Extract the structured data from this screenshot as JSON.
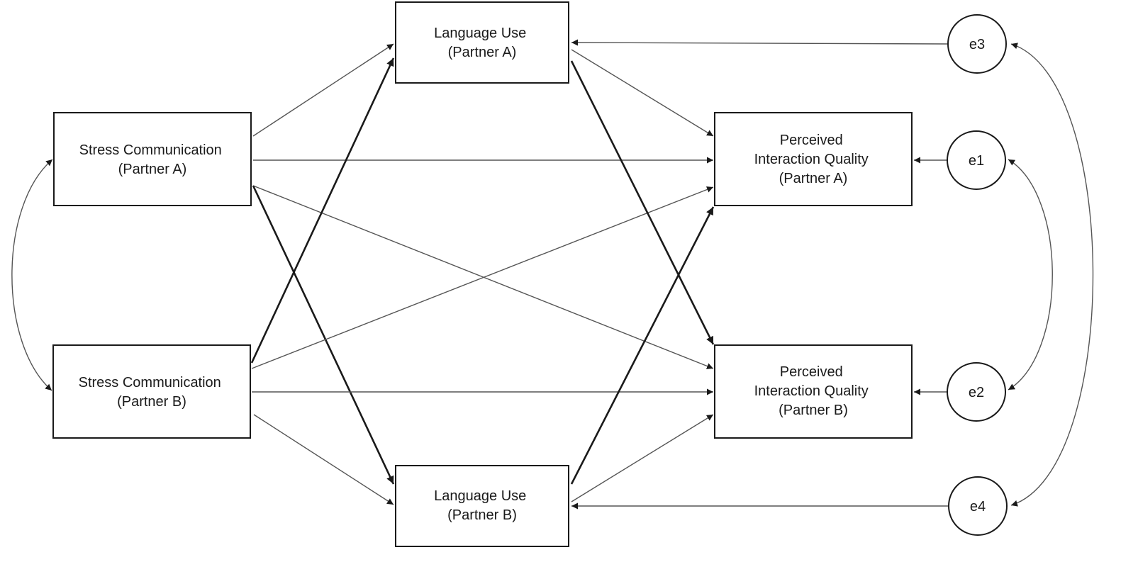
{
  "nodes": {
    "stress_a": {
      "lines": [
        "Stress Communication",
        "(Partner A)"
      ]
    },
    "stress_b": {
      "lines": [
        "Stress Communication",
        "(Partner B)"
      ]
    },
    "language_a": {
      "lines": [
        "Language Use",
        "(Partner A)"
      ]
    },
    "language_b": {
      "lines": [
        "Language Use",
        "(Partner B)"
      ]
    },
    "quality_a": {
      "lines": [
        "Perceived",
        "Interaction Quality",
        "(Partner A)"
      ]
    },
    "quality_b": {
      "lines": [
        "Perceived",
        "Interaction Quality",
        "(Partner B)"
      ]
    }
  },
  "errors": {
    "e1": {
      "label": "e1"
    },
    "e2": {
      "label": "e2"
    },
    "e3": {
      "label": "e3"
    },
    "e4": {
      "label": "e4"
    }
  },
  "paths": [
    {
      "from": "stress_a",
      "to": "language_a",
      "emphasis": "normal"
    },
    {
      "from": "stress_a",
      "to": "quality_a",
      "emphasis": "normal"
    },
    {
      "from": "stress_a",
      "to": "quality_b",
      "emphasis": "normal"
    },
    {
      "from": "stress_a",
      "to": "language_b",
      "emphasis": "bold"
    },
    {
      "from": "stress_b",
      "to": "language_a",
      "emphasis": "bold"
    },
    {
      "from": "stress_b",
      "to": "quality_a",
      "emphasis": "normal"
    },
    {
      "from": "stress_b",
      "to": "quality_b",
      "emphasis": "normal"
    },
    {
      "from": "stress_b",
      "to": "language_b",
      "emphasis": "normal"
    },
    {
      "from": "language_a",
      "to": "quality_a",
      "emphasis": "normal"
    },
    {
      "from": "language_a",
      "to": "quality_b",
      "emphasis": "bold"
    },
    {
      "from": "language_b",
      "to": "quality_a",
      "emphasis": "bold"
    },
    {
      "from": "language_b",
      "to": "quality_b",
      "emphasis": "normal"
    },
    {
      "from": "e3",
      "to": "language_a",
      "emphasis": "normal"
    },
    {
      "from": "e1",
      "to": "quality_a",
      "emphasis": "normal"
    },
    {
      "from": "e2",
      "to": "quality_b",
      "emphasis": "normal"
    },
    {
      "from": "e4",
      "to": "language_b",
      "emphasis": "normal"
    }
  ],
  "covariances": [
    {
      "between": [
        "stress_a",
        "stress_b"
      ]
    },
    {
      "between": [
        "e1",
        "e2"
      ]
    },
    {
      "between": [
        "e3",
        "e4"
      ]
    }
  ],
  "colors": {
    "line": "#555555",
    "bold_line": "#1a1a1a",
    "box_border": "#1a1a1a",
    "text": "#1a1a1a"
  }
}
